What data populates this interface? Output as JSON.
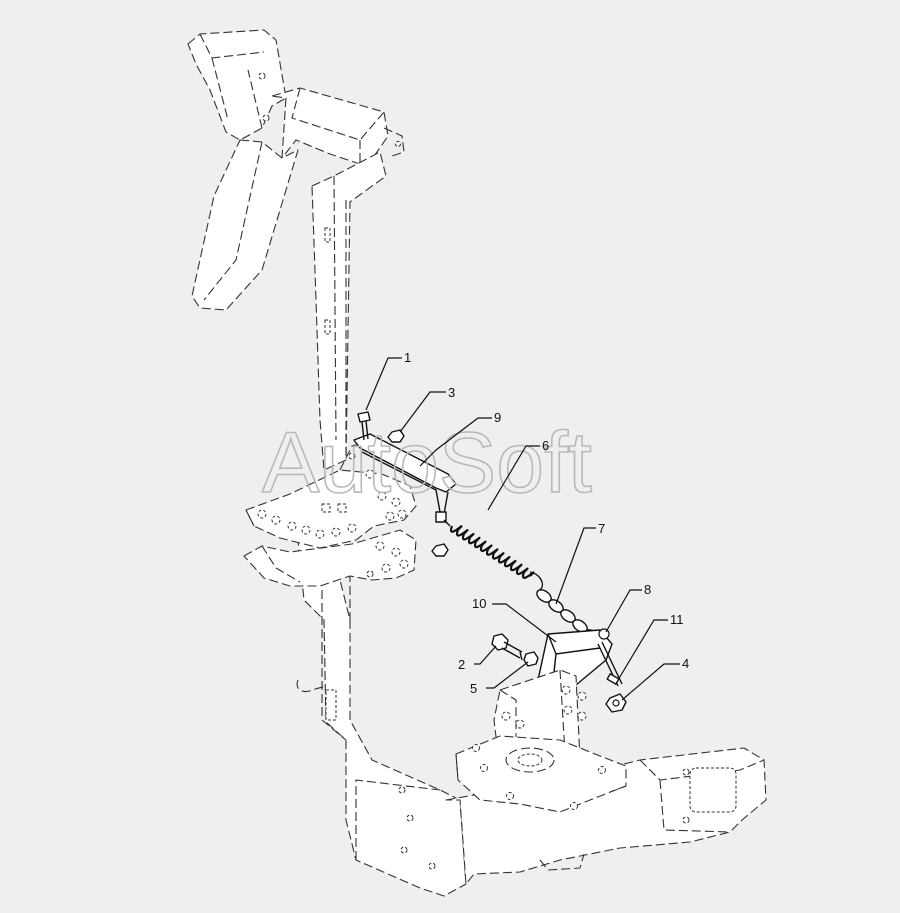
{
  "watermark": {
    "text": "AutoSoft"
  },
  "callouts": [
    {
      "id": "1",
      "label": "1"
    },
    {
      "id": "2",
      "label": "2"
    },
    {
      "id": "3",
      "label": "3"
    },
    {
      "id": "4",
      "label": "4"
    },
    {
      "id": "5",
      "label": "5"
    },
    {
      "id": "6",
      "label": "6"
    },
    {
      "id": "7",
      "label": "7"
    },
    {
      "id": "8",
      "label": "8"
    },
    {
      "id": "9",
      "label": "9"
    },
    {
      "id": "10",
      "label": "10"
    },
    {
      "id": "11",
      "label": "11"
    }
  ],
  "parts": [
    "frame-upright",
    "upper-bracket",
    "lower-beam",
    "lever-plate",
    "lower-plate",
    "spring",
    "chain",
    "clevis-link",
    "mount-bracket",
    "base-flange",
    "bolt",
    "nut",
    "pin"
  ],
  "colors": {
    "background": "#efefef",
    "line": "#111111",
    "watermark": "#b9b9b9"
  }
}
